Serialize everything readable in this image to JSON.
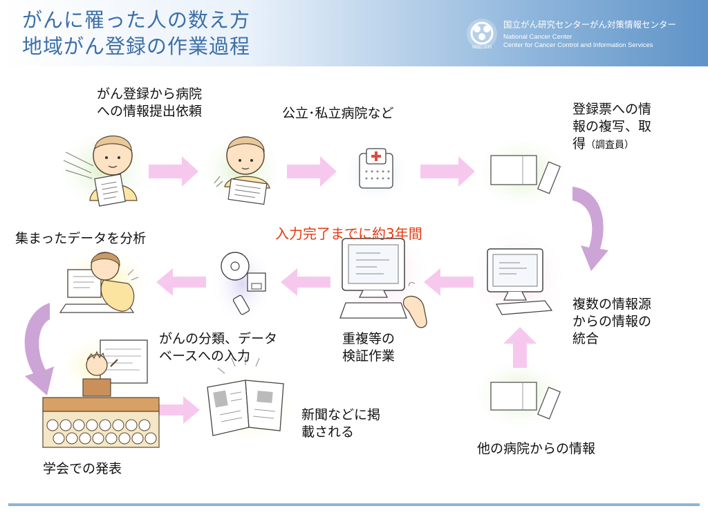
{
  "header": {
    "title_line1": "がんに罹った人の数え方",
    "title_line2": "地域がん登録の作業過程",
    "org_jp": "国立がん研究センターがん対策情報センター",
    "org_en1": "National Cancer Center",
    "org_en2": "Center for Cancer Control and Information Services",
    "logo_text": "NCC · CIS"
  },
  "steps": {
    "request_l1": "がん登録から病院",
    "request_l2": "への情報提出依頼",
    "hospitals": "公立･私立病院など",
    "copy_l1": "登録票への情",
    "copy_l2": "報の複写、取",
    "copy_l3": "得",
    "copy_note": "（調査員）",
    "merge_l1": "複数の情報源",
    "merge_l2": "からの情報の",
    "merge_l3": "統合",
    "other_hospitals": "他の病院からの情報",
    "verify_l1": "重複等の",
    "verify_l2": "検証作業",
    "classify_l1": "がんの分類、データ",
    "classify_l2": "ベースへの入力",
    "analyze": "集まったデータを分析",
    "conference": "学会での発表",
    "news_l1": "新聞などに掲",
    "news_l2": "載される"
  },
  "highlight": "入力完了までに約3年間",
  "colors": {
    "title": "#3c6fa8",
    "arrow_pink": "#f7c8ee",
    "arrow_purple": "#c89ad2",
    "highlight": "#e8380d",
    "footer_line": "#8fb2da"
  }
}
